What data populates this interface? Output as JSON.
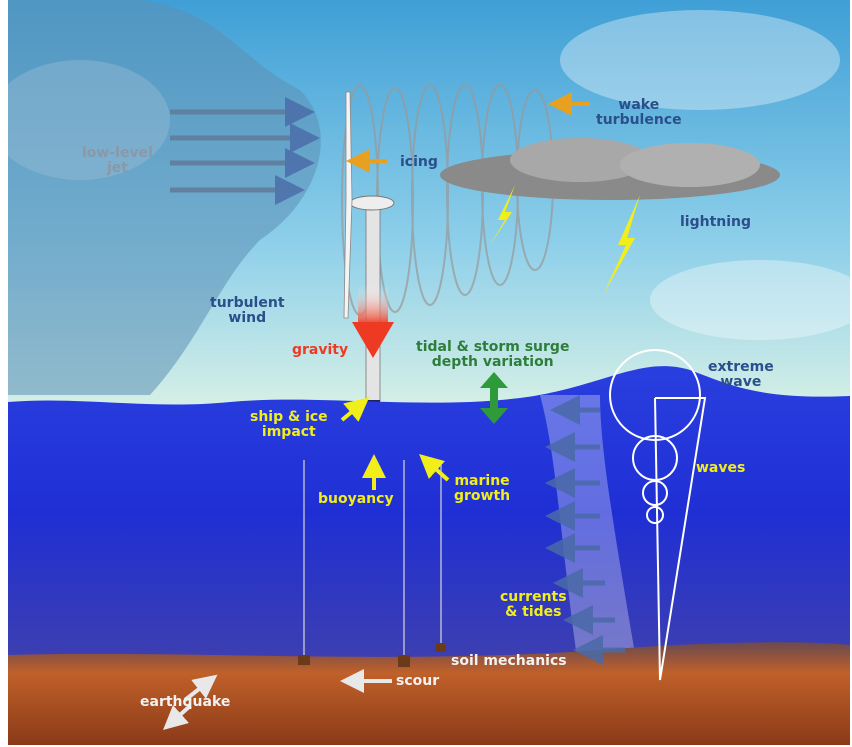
{
  "title": "Offshore wind turbine environmental loads",
  "labels": {
    "low_level_jet": [
      "low-level",
      "jet"
    ],
    "turbulent_wind": [
      "turbulent",
      "wind"
    ],
    "icing": "icing",
    "wake_turbulence": [
      "wake",
      "turbulence"
    ],
    "lightning": "lightning",
    "gravity": "gravity",
    "tidal_surge": [
      "tidal & storm surge",
      "depth variation"
    ],
    "extreme_wave": [
      "extreme",
      "wave"
    ],
    "ship_ice_impact": [
      "ship & ice",
      "impact"
    ],
    "buoyancy": "buoyancy",
    "marine_growth": [
      "marine",
      "growth"
    ],
    "waves": "waves",
    "currents_tides": [
      "currents",
      "& tides"
    ],
    "soil_mechanics": "soil mechanics",
    "scour": "scour",
    "earthquake": "earthquake"
  },
  "colors": {
    "sky_top": "#4aa6d8",
    "sky_bottom": "#bfe6f0",
    "water": "#1a2fd0",
    "seabed": "#b5531e",
    "label_yellow": "#f2ee1a",
    "label_blue": "#2a4f8a",
    "gravity_red": "#ee3a22",
    "surge_green": "#2f9a3a"
  }
}
